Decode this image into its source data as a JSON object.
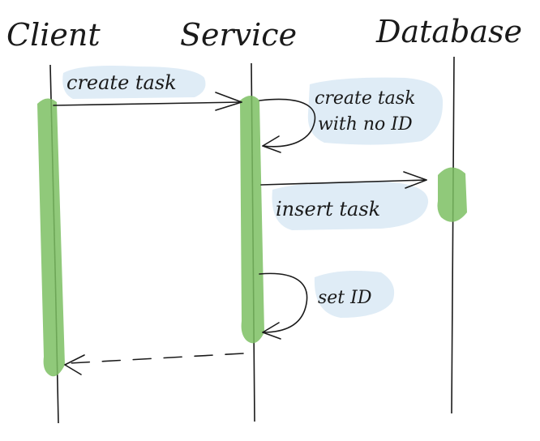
{
  "participants": {
    "client": "Client",
    "service": "Service",
    "database": "Database"
  },
  "messages": {
    "create_task": "create task",
    "self_create_line1": "create task",
    "self_create_line2": "with no ID",
    "insert_task": "insert task",
    "set_id": "set ID",
    "return": ""
  },
  "colors": {
    "activation": "#7dbf63",
    "label_highlight": "#d9e9f5",
    "ink": "#1a1a1a"
  }
}
